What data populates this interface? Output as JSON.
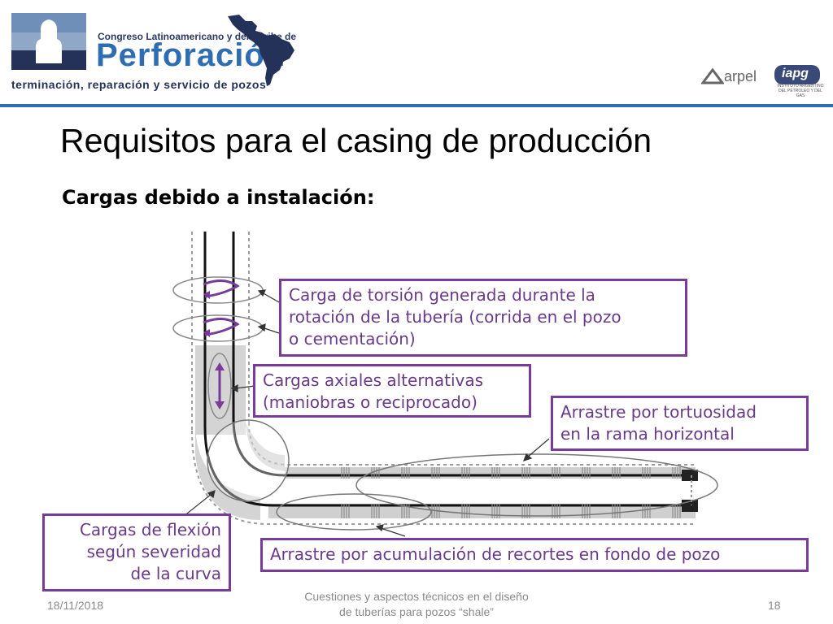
{
  "header": {
    "logo_line1": "Congreso Latinoamericano y del Caribe de",
    "logo_line2": "Perforación",
    "logo_line3": "terminación, reparación y servicio de pozos",
    "partner1": "arpel",
    "partner2": "iapg",
    "partner2_sub": "INSTITUTO ARGENTINO DEL PETROLEO Y DEL GAS"
  },
  "slide": {
    "title": "Requisitos para el casing de producción",
    "subtitle": "Cargas debido a instalación:"
  },
  "callouts": {
    "torsion": [
      "Carga de torsión generada durante la",
      "rotación de la tubería (corrida en el pozo",
      "o cementación)"
    ],
    "axial": [
      "Cargas axiales alternativas",
      "(maniobras o reciprocado)"
    ],
    "tortuosity": [
      "Arrastre por tortuosidad",
      "en la rama horizontal"
    ],
    "bending": [
      "Cargas de flexión",
      "según severidad",
      "de la curva"
    ],
    "cuttings": [
      "Arrastre por acumulación de recortes en fondo de pozo"
    ]
  },
  "footer": {
    "date": "18/11/2018",
    "center_line1": "Cuestiones y aspectos técnicos en el diseño",
    "center_line2": "de tuberías para pozos “shale”",
    "page": "18"
  },
  "colors": {
    "accent_blue": "#2f6db3",
    "callout_purple": "#7a3a9a",
    "logo_navy": "#24325a"
  }
}
